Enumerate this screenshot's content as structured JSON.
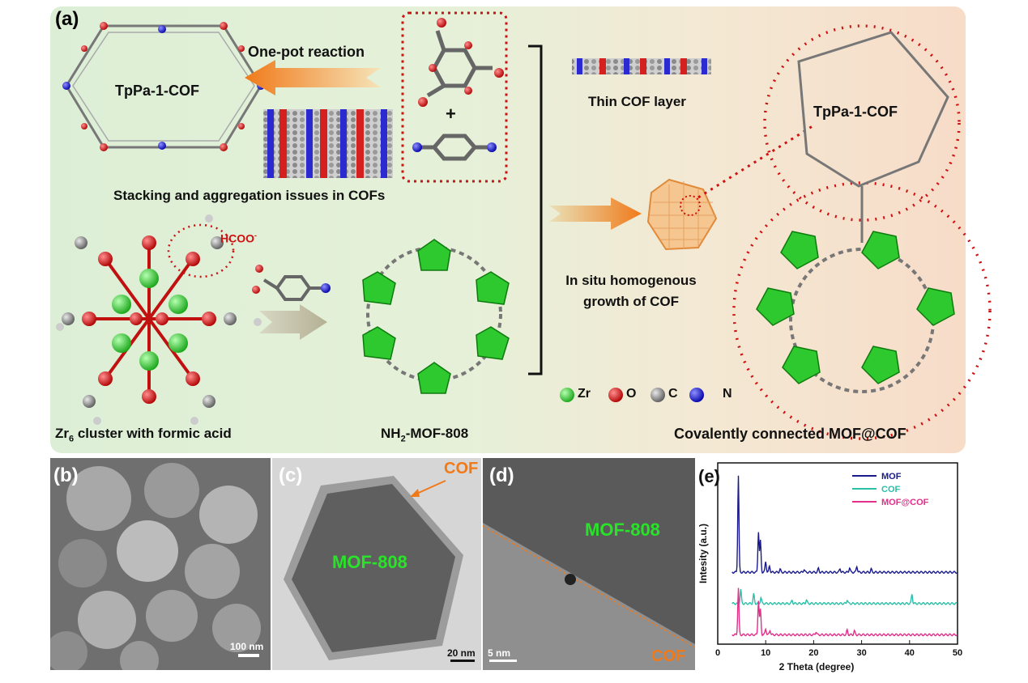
{
  "panel_a": {
    "label": "(a)",
    "one_pot": "One-pot reaction",
    "tppa_left": "TpPa-1-COF",
    "stacking": "Stacking and aggregation issues in COFs",
    "plus": "+",
    "thin_layer": "Thin COF layer",
    "tppa_right": "TpPa-1-COF",
    "hcoo_main": "HCOO",
    "hcoo_sup": "-",
    "in_situ_1": "In situ homogenous",
    "in_situ_2": "growth of COF",
    "legend": {
      "zr": "Zr",
      "o": "O",
      "c": "C",
      "n": "N"
    },
    "zr6_pre": "Zr",
    "zr6_sub": "6",
    "zr6_post": " cluster with formic acid",
    "mof_pre": "NH",
    "mof_sub": "2",
    "mof_post": "-MOF-808",
    "covalent": "Covalently connected MOF@COF"
  },
  "panel_b": {
    "label": "(b)",
    "scale": "100 nm"
  },
  "panel_c": {
    "label": "(c)",
    "cof": "COF",
    "mof": "MOF-808",
    "scale": "20 nm"
  },
  "panel_d": {
    "label": "(d)",
    "mof": "MOF-808",
    "cof": "COF",
    "scale": "5 nm"
  },
  "colors": {
    "zr": "#2ecc2e",
    "o": "#dd1111",
    "c": "#808080",
    "n": "#1a1adb",
    "mof": "#1a1a8c",
    "cof": "#2bbfa8",
    "mofcof": "#e0308a",
    "arrow": "#f08a24"
  },
  "chart_data": {
    "type": "line",
    "panel_label": "(e)",
    "xlabel": "2 Theta (degree)",
    "ylabel": "Intesity (a.u.)",
    "xlim": [
      0,
      50
    ],
    "xticks": [
      0,
      10,
      20,
      30,
      40,
      50
    ],
    "series": [
      {
        "name": "MOF",
        "offset": 2.0,
        "peaks": [
          [
            4.3,
            3.1
          ],
          [
            8.5,
            1.3
          ],
          [
            8.9,
            1.0
          ],
          [
            10.0,
            0.35
          ],
          [
            10.8,
            0.2
          ],
          [
            13.0,
            0.1
          ],
          [
            18.0,
            0.1
          ],
          [
            21.0,
            0.12
          ],
          [
            25.5,
            0.12
          ],
          [
            27.5,
            0.15
          ],
          [
            29.0,
            0.2
          ],
          [
            32.0,
            0.1
          ]
        ]
      },
      {
        "name": "COF",
        "offset": 1.0,
        "peaks": [
          [
            4.8,
            0.45
          ],
          [
            7.5,
            0.3
          ],
          [
            9.0,
            0.2
          ],
          [
            15.5,
            0.1
          ],
          [
            18.5,
            0.12
          ],
          [
            27.0,
            0.12
          ],
          [
            40.5,
            0.3
          ]
        ]
      },
      {
        "name": "MOF@COF",
        "offset": 0.0,
        "peaks": [
          [
            4.3,
            1.5
          ],
          [
            8.5,
            1.1
          ],
          [
            8.9,
            0.8
          ],
          [
            10.0,
            0.2
          ],
          [
            10.9,
            0.15
          ],
          [
            20.5,
            0.1
          ],
          [
            27.0,
            0.15
          ],
          [
            28.5,
            0.12
          ]
        ]
      }
    ]
  }
}
